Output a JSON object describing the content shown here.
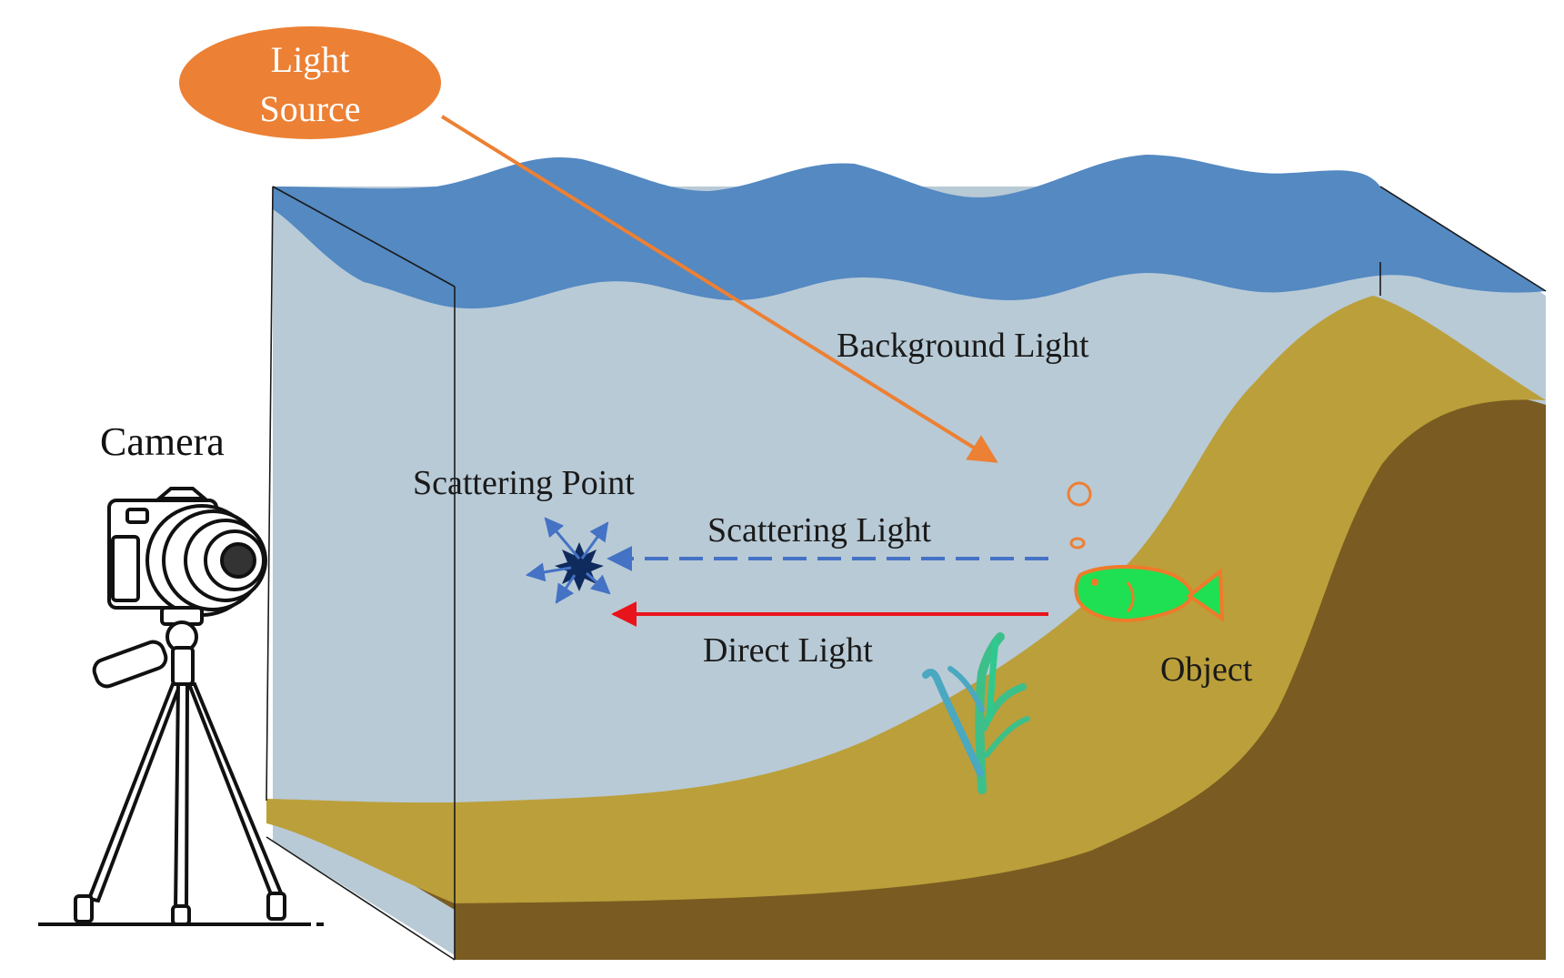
{
  "labels": {
    "light_source": [
      "Light",
      "Source"
    ],
    "camera": "Camera",
    "background_light": "Background Light",
    "scattering_point": "Scattering Point",
    "scattering_light": "Scattering Light",
    "direct_light": "Direct Light",
    "object": "Object"
  },
  "colors": {
    "water_surface": "#5489c2",
    "water_body": "#b8cad6",
    "sand": "#bb9f3a",
    "soil_dark": "#7a5c22",
    "light_source_fill": "#ec8034",
    "light_ray": "#ec8034",
    "scatter_arrow": "#4472c4",
    "direct_arrow": "#e8141c",
    "fish_body": "#1fe052",
    "fish_outline": "#ef7a2a",
    "seaweed": "#3dbf8a",
    "scatter_point": "#0f2a5c",
    "outline": "#1a1a1a"
  },
  "icons": [
    "camera-icon",
    "tripod-icon",
    "fish-icon",
    "seaweed-icon",
    "scattering-point-icon",
    "bubble-icon"
  ]
}
